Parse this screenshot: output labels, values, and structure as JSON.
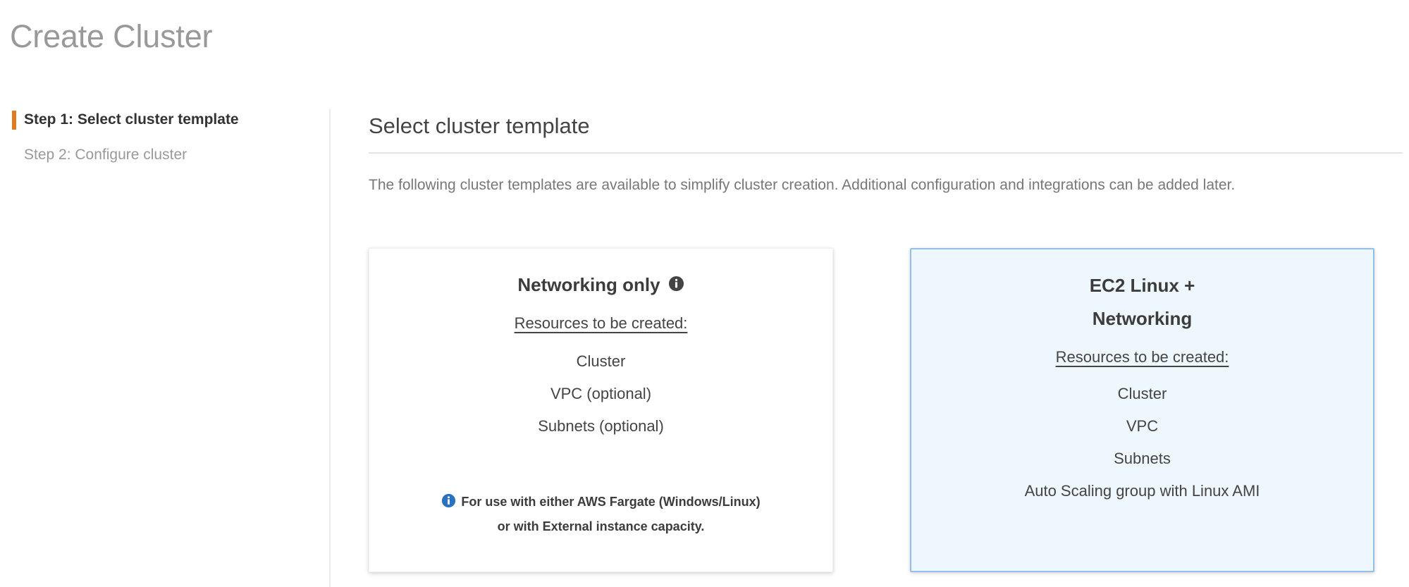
{
  "page": {
    "title": "Create Cluster"
  },
  "wizard": {
    "steps": [
      {
        "label": "Step 1: Select cluster template",
        "active": true
      },
      {
        "label": "Step 2: Configure cluster",
        "active": false
      }
    ]
  },
  "main": {
    "heading": "Select cluster template",
    "description": "The following cluster templates are available to simplify cluster creation. Additional configuration and integrations can be added later.",
    "templates": [
      {
        "name": "Networking only",
        "title_line1": "Networking only",
        "title_line2": "",
        "has_info_icon": true,
        "info_icon": "info-circle-icon",
        "resources_label": "Resources to be created:",
        "resources": [
          "Cluster",
          "VPC (optional)",
          "Subnets (optional)"
        ],
        "note_icon": "info-circle-blue-icon",
        "note_line1": "For use with either AWS Fargate (Windows/Linux)",
        "note_line2": "or with External instance capacity.",
        "selected": false
      },
      {
        "name": "EC2 Linux + Networking",
        "title_line1": "EC2 Linux +",
        "title_line2": "Networking",
        "has_info_icon": false,
        "info_icon": "",
        "resources_label": "Resources to be created:",
        "resources": [
          "Cluster",
          "VPC",
          "Subnets",
          "Auto Scaling group with Linux AMI"
        ],
        "note_icon": "",
        "note_line1": "",
        "note_line2": "",
        "selected": true
      }
    ]
  },
  "colors": {
    "accent_orange": "#e07b20",
    "selected_card_bg": "#eef7fd",
    "selected_card_border": "#93bfe8",
    "info_icon_dark": "#444444",
    "info_icon_blue": "#2a72c0",
    "title_gray": "#999999",
    "body_gray": "#777777"
  }
}
